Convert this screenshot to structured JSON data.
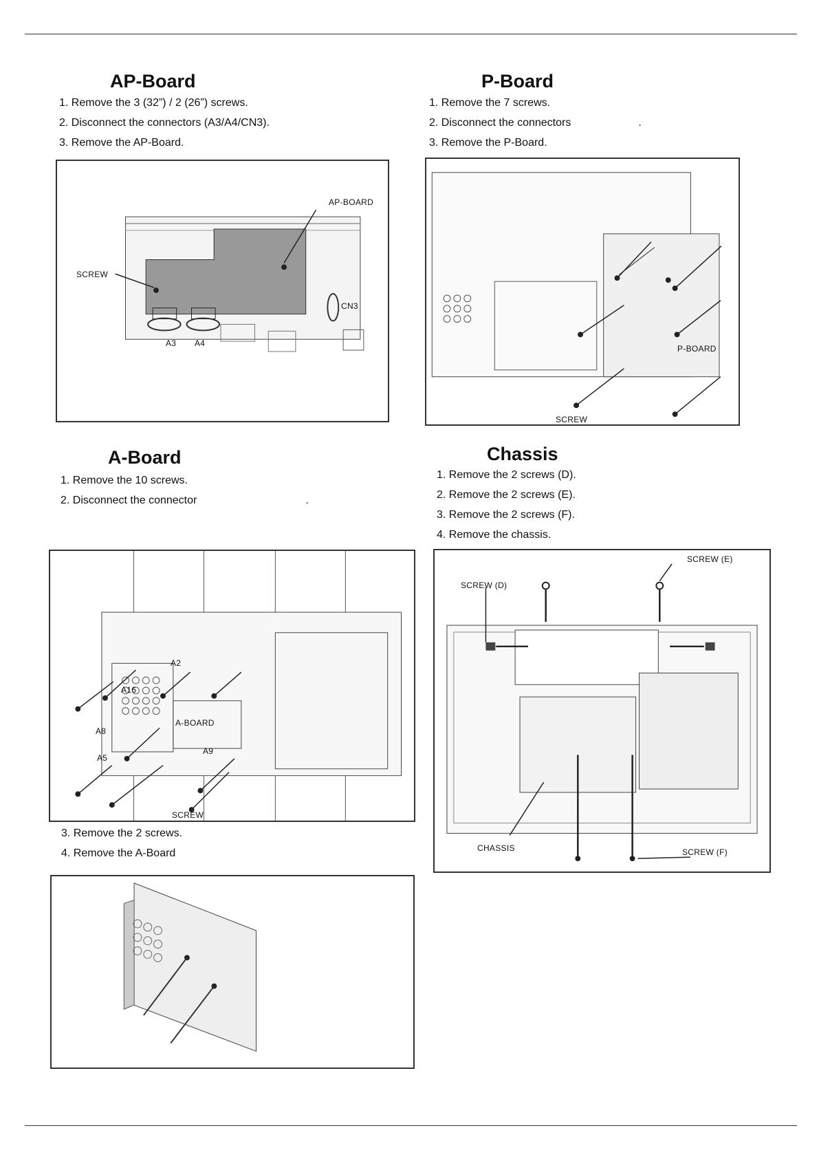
{
  "sections": {
    "ap": {
      "title": "AP-Board",
      "steps": [
        "1. Remove the 3 (32”) / 2 (26”) screws.",
        "2. Disconnect the connectors (A3/A4/CN3).",
        "3. Remove the AP-Board."
      ],
      "labels": {
        "board": "AP-BOARD",
        "screw": "SCREW",
        "cn3": "CN3",
        "a3": "A3",
        "a4": "A4"
      }
    },
    "p": {
      "title": "P-Board",
      "steps": [
        "1. Remove the 7 screws.",
        "2. Disconnect the connectors",
        "3. Remove the P-Board."
      ],
      "step2_tail": ".",
      "labels": {
        "board": "P-BOARD",
        "screw": "SCREW"
      }
    },
    "a": {
      "title": "A-Board",
      "steps": [
        "1. Remove the 10 screws.",
        "2. Disconnect the connector"
      ],
      "step2_tail": ".",
      "steps2": [
        "3. Remove the 2 screws.",
        "4. Remove the A-Board"
      ],
      "labels": {
        "a2": "A2",
        "a16": "A16",
        "a8": "A8",
        "a5": "A5",
        "a9": "A9",
        "board": "A-BOARD",
        "screw": "SCREW"
      }
    },
    "chassis": {
      "title": "Chassis",
      "steps": [
        "1. Remove the 2 screws (D).",
        "2. Remove the 2 screws (E).",
        "3. Remove the 2 screws (F).",
        "4. Remove the chassis."
      ],
      "labels": {
        "screw_d": "SCREW (D)",
        "screw_e": "SCREW (E)",
        "screw_f": "SCREW (F)",
        "chassis": "CHASSIS"
      }
    }
  }
}
